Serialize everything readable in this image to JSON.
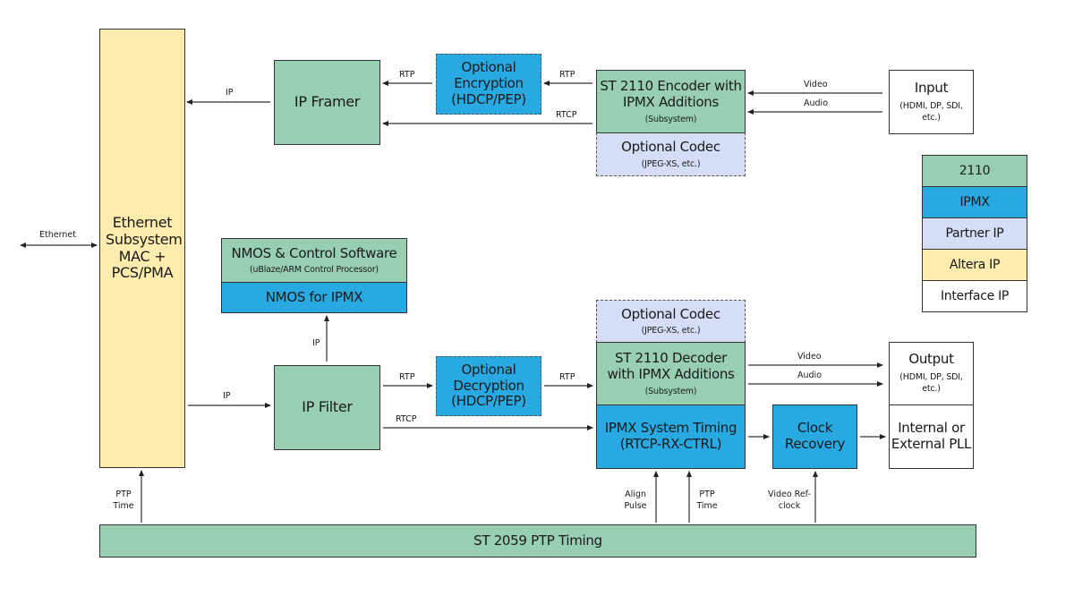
{
  "blocks": {
    "ethernet": {
      "title": "Ethernet Subsystem MAC + PCS/PMA"
    },
    "ip_framer": {
      "title": "IP Framer"
    },
    "encryption": {
      "title": "Optional Encryption (HDCP/PEP)"
    },
    "encoder": {
      "title": "ST 2110 Encoder with IPMX Additions",
      "subtitle": "(Subsystem)"
    },
    "codec_tx": {
      "title": "Optional Codec",
      "subtitle": "(JPEG-XS, etc.)"
    },
    "input": {
      "title": "Input",
      "subtitle": "(HDMI, DP, SDI, etc.)"
    },
    "nmos_sw": {
      "title": "NMOS & Control Software",
      "subtitle": "(uBlaze/ARM Control Processor)"
    },
    "nmos_ipmx": {
      "title": "NMOS for IPMX"
    },
    "ip_filter": {
      "title": "IP Filter"
    },
    "decryption": {
      "title": "Optional Decryption (HDCP/PEP)"
    },
    "codec_rx": {
      "title": "Optional Codec",
      "subtitle": "(JPEG-XS, etc.)"
    },
    "decoder": {
      "title": "ST 2110 Decoder with IPMX Additions",
      "subtitle": "(Subsystem)"
    },
    "timing": {
      "title": "IPMX System Timing (RTCP-RX-CTRL)"
    },
    "clock_recovery": {
      "title": "Clock Recovery"
    },
    "output": {
      "title": "Output",
      "subtitle": "(HDMI, DP, SDI, etc.)"
    },
    "pll": {
      "title": "Internal or External PLL"
    },
    "ptp": {
      "title": "ST 2059 PTP Timing"
    }
  },
  "labels": {
    "ethernet": "Ethernet",
    "ip_tx": "IP",
    "rtp_tx_1": "RTP",
    "rtp_tx_2": "RTP",
    "rtcp_tx": "RTCP",
    "video_in": "Video",
    "audio_in": "Audio",
    "ip_nmos": "IP",
    "ip_rx": "IP",
    "rtp_rx_1": "RTP",
    "rtp_rx_2": "RTP",
    "rtcp_rx": "RTCP",
    "video_out": "Video",
    "audio_out": "Audio",
    "ptp_time_eth": "PTP Time",
    "align_pulse": "Align Pulse",
    "ptp_time_timing": "PTP Time",
    "video_refclock": "Video Ref-clock"
  },
  "legend": [
    {
      "label": "2110",
      "color": "#98cfb3"
    },
    {
      "label": "IPMX",
      "color": "#29a9e1"
    },
    {
      "label": "Partner IP",
      "color": "#d5def6"
    },
    {
      "label": "Altera IP",
      "color": "#feecaf"
    },
    {
      "label": "Interface IP",
      "color": "#ffffff"
    }
  ]
}
